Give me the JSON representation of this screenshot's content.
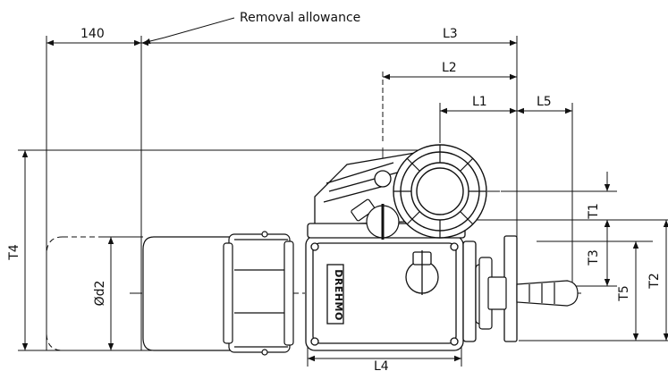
{
  "diagram": {
    "removal_note": "Removal allowance",
    "brand_logo": "DREHMO",
    "dimensions": {
      "d140": "140",
      "L1": "L1",
      "L2": "L2",
      "L3": "L3",
      "L4": "L4",
      "L5": "L5",
      "T1": "T1",
      "T2": "T2",
      "T3": "T3",
      "T4": "T4",
      "T5": "T5",
      "d2": "Ød2"
    }
  }
}
